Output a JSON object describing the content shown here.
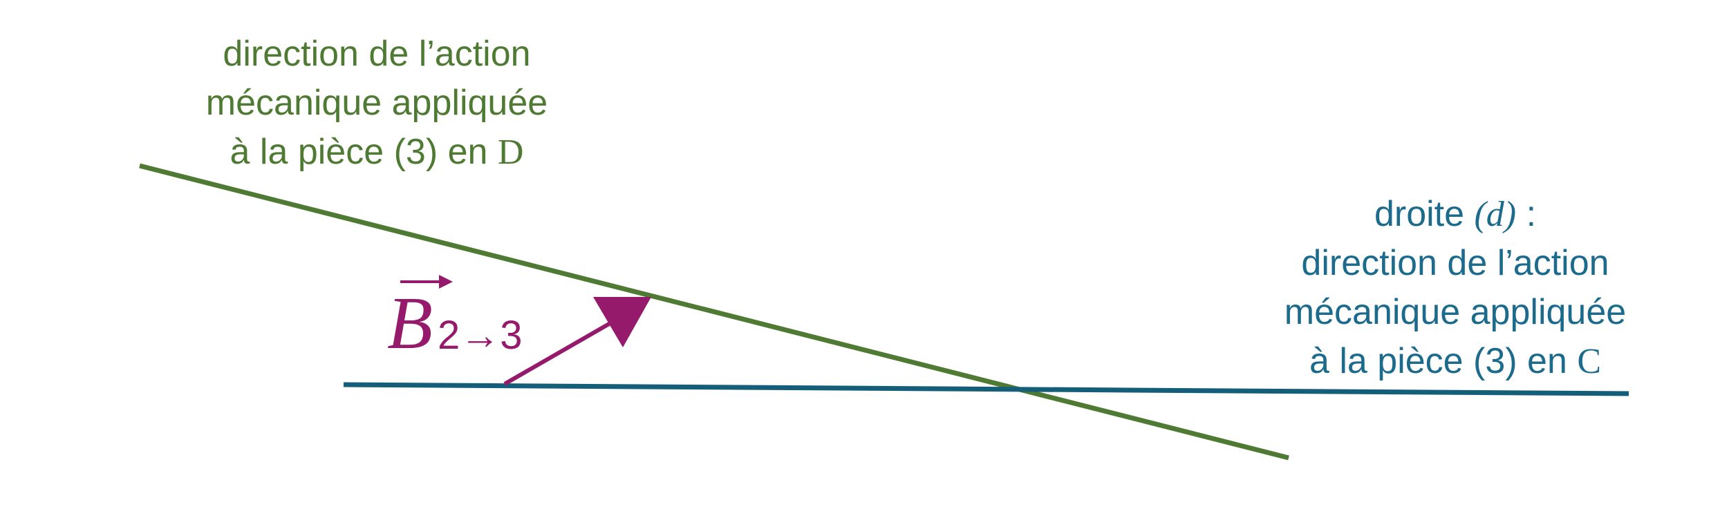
{
  "colors": {
    "green": "#4f7a33",
    "teal": "#1c6a8c",
    "teal_line": "#155e7a",
    "purple": "#951a6c"
  },
  "label_d": {
    "line1": "direction de l’action",
    "line2": "mécanique appliquée",
    "line3_prefix": "à la pièce (3) en ",
    "point": "D"
  },
  "label_c": {
    "line1_prefix": "droite ",
    "line1_symbol": "(d)",
    "line1_suffix": " :",
    "line2": "direction de l’action",
    "line3": "mécanique appliquée",
    "line4_prefix": "à la pièce (3) en ",
    "point": "C"
  },
  "vector": {
    "letter": "B",
    "subscript": "2→3"
  }
}
